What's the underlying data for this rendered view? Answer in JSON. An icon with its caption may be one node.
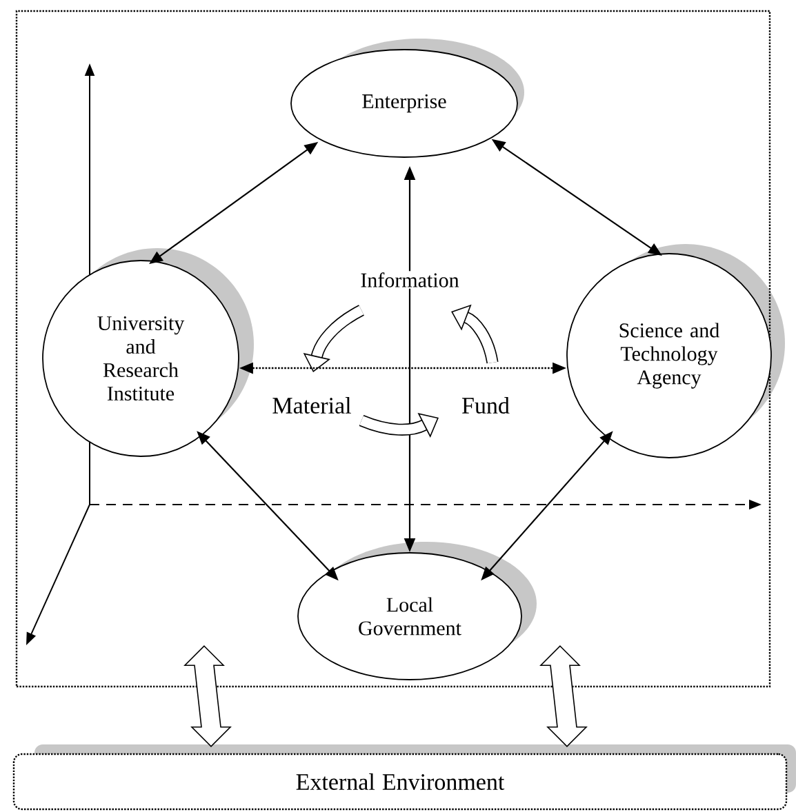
{
  "diagram": {
    "nodes": [
      {
        "text": [],
        "shape": "box"
      },
      {
        "text": [
          "Enterprise"
        ],
        "in": 0
      },
      {
        "text": [
          "University and Research Institute"
        ],
        "in": 0
      },
      {
        "text": [
          "Science and Technology Agency"
        ],
        "in": 0
      },
      {
        "text": [
          "Local Government"
        ],
        "in": 0
      },
      {
        "text": [
          "External Environment"
        ]
      }
    ],
    "edges": [
      {
        "from": 1,
        "to": 2,
        "arrow": "both"
      },
      {
        "from": 1,
        "to": 3,
        "arrow": "both"
      },
      {
        "from": 2,
        "to": 3,
        "arrow": "both",
        "style": "dashed"
      },
      {
        "from": 1,
        "to": 4,
        "arrow": "both"
      },
      {
        "from": 2,
        "to": 4,
        "arrow": "both"
      },
      {
        "from": 3,
        "to": 4,
        "arrow": "both"
      },
      {
        "from": 0,
        "to": 5,
        "arrow": "both",
        "style": "thick"
      },
      {
        "from": 0,
        "to": 5,
        "arrow": "both",
        "style": "thick"
      }
    ],
    "labels": [
      "Information",
      "Material",
      "Fund"
    ]
  }
}
